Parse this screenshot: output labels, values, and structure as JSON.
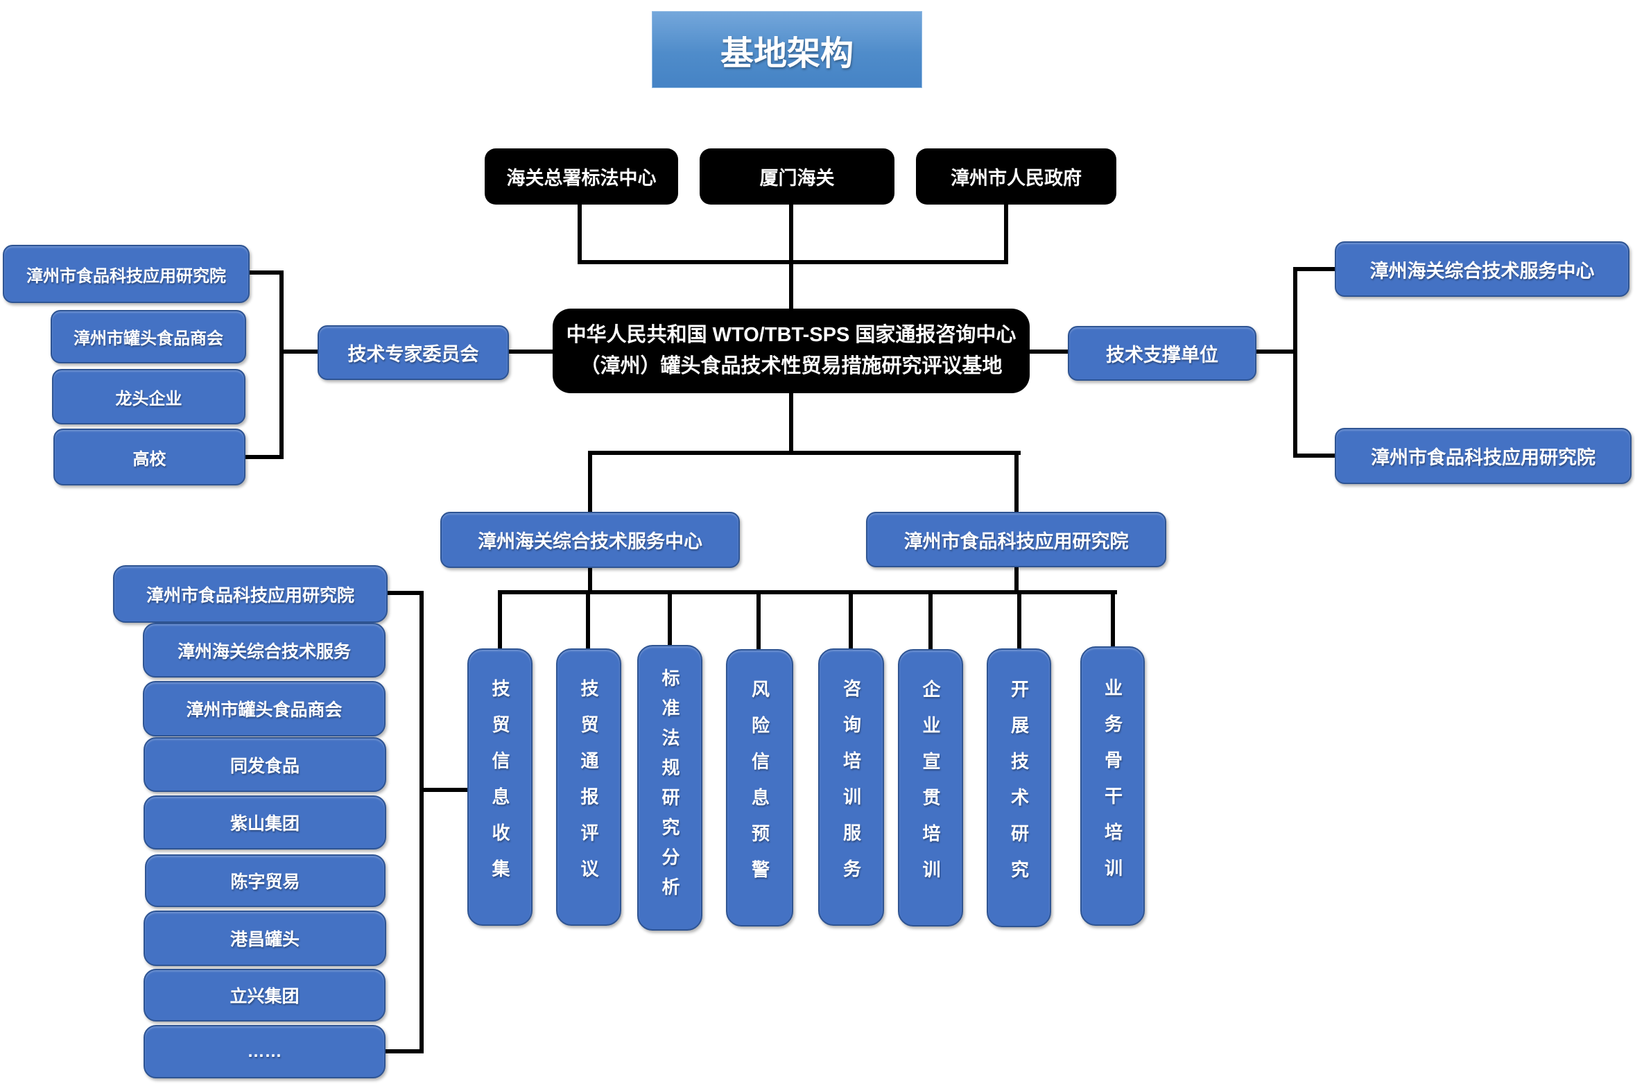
{
  "title": {
    "label": "基地架构"
  },
  "top_row": {
    "boxes": [
      "海关总署标法中心",
      "厦门海关",
      "漳州市人民政府"
    ]
  },
  "center_node": {
    "line1": "中华人民共和国 WTO/TBT-SPS 国家通报咨询中心",
    "line2": "（漳州）罐头食品技术性贸易措施研究评议基地"
  },
  "expert_committee": {
    "hub": "技术专家委员会",
    "members": [
      "漳州市食品科技应用研究院",
      "漳州市罐头食品商会",
      "龙头企业",
      "高校"
    ]
  },
  "tech_support": {
    "hub": "技术支撑单位",
    "members": [
      "漳州海关综合技术服务中心",
      "漳州市食品科技应用研究院"
    ]
  },
  "executors": {
    "boxes": [
      "漳州海关综合技术服务中心",
      "漳州市食品科技应用研究院"
    ]
  },
  "functions": {
    "columns": [
      "技贸信息收集",
      "技贸通报评议",
      "标准法规研究分析",
      "风险信息预警",
      "咨询培训服务",
      "企业宣贯培训",
      "开展技术研究",
      "业务骨干培训"
    ]
  },
  "participants": {
    "boxes": [
      "漳州市食品科技应用研究院",
      "漳州海关综合技术服务",
      "漳州市罐头食品商会",
      "同发食品",
      "紫山集团",
      "陈字贸易",
      "港昌罐头",
      "立兴集团",
      "……"
    ]
  },
  "colors": {
    "node_blue": "#4472c4",
    "node_blue_border": "#2e5493",
    "node_black": "#000000",
    "connector": "#000000",
    "text": "#ffffff",
    "title_gradient_top": "#74a7db",
    "title_gradient_bottom": "#4583c5"
  }
}
